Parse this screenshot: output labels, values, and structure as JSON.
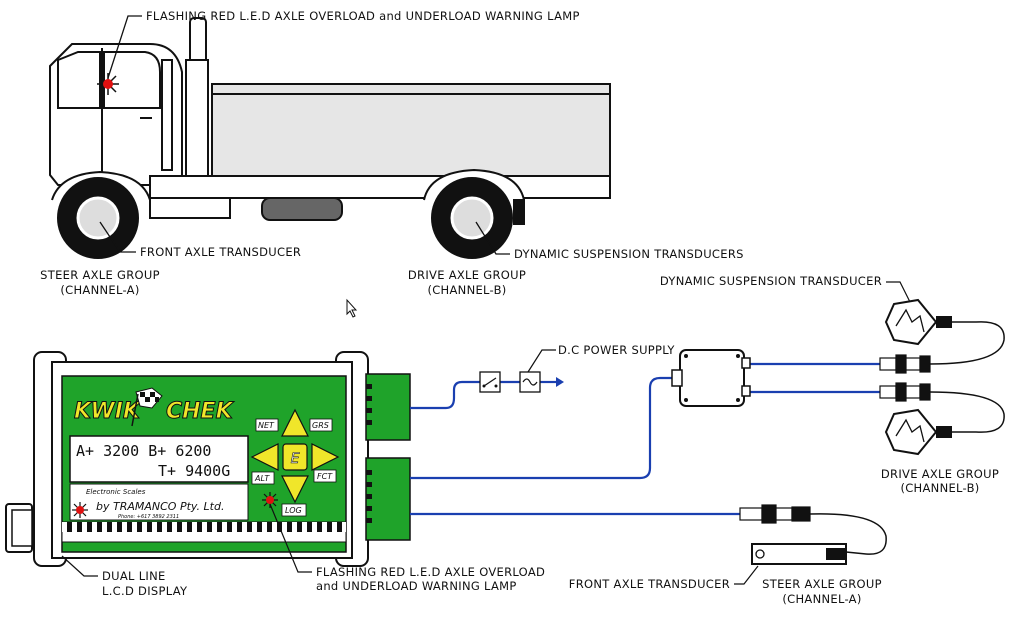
{
  "labels": {
    "warning_lamp_top": "FLASHING RED L.E.D AXLE OVERLOAD and UNDERLOAD WARNING LAMP",
    "front_axle_transducer_top": "FRONT AXLE TRANSDUCER",
    "dynamic_suspension_transducers": "DYNAMIC SUSPENSION TRANSDUCERS",
    "steer_group_top_line1": "STEER AXLE GROUP",
    "steer_group_top_line2": "(CHANNEL-A)",
    "drive_group_top_line1": "DRIVE AXLE GROUP",
    "drive_group_top_line2": "(CHANNEL-B)",
    "dynamic_suspension_transducer": "DYNAMIC SUSPENSION TRANSDUCER",
    "dc_power_supply": "D.C POWER SUPPLY",
    "drive_group_bottom_line1": "DRIVE AXLE GROUP",
    "drive_group_bottom_line2": "(CHANNEL-B)",
    "dual_line_line1": "DUAL LINE",
    "dual_line_line2": "L.C.D DISPLAY",
    "warning_lamp_bottom_line1": "FLASHING RED L.E.D AXLE OVERLOAD",
    "warning_lamp_bottom_line2": "and UNDERLOAD WARNING LAMP",
    "front_axle_transducer_bottom": "FRONT AXLE TRANSDUCER",
    "steer_group_bottom_line1": "STEER AXLE GROUP",
    "steer_group_bottom_line2": "(CHANNEL-A)"
  },
  "device": {
    "brand_left": "KWIK",
    "brand_right": "CHEK",
    "lcd_line1": "A+ 3200  B+ 6200",
    "lcd_line2": "T+ 9400G",
    "subtitle": "Electronic Scales",
    "maker": "by TRAMANCO Pty. Ltd.",
    "phone": "Phone: +617 3892 2311",
    "button_center": "E",
    "btn_net": "NET",
    "btn_grs": "GRS",
    "btn_alt": "ALT",
    "btn_fct": "FCT",
    "btn_log": "LOG"
  },
  "colors": {
    "device_green": "#1fa32a",
    "lcd_bg": "#ffffff",
    "button_yellow": "#f0e62a",
    "cable_blue": "#1a3fb0",
    "led_red": "#e01010"
  }
}
